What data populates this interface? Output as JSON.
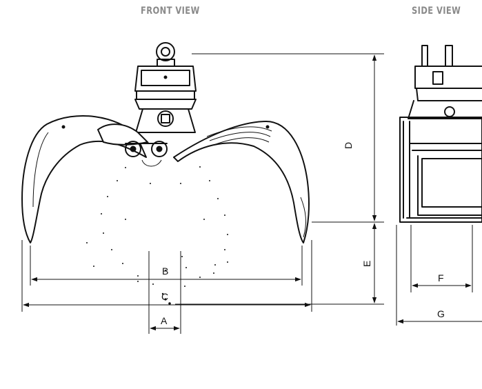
{
  "views": {
    "front_title": "FRONT VIEW",
    "side_title": "SIDE VIEW"
  },
  "dimensions": {
    "a": "A",
    "b": "B",
    "c": "C",
    "d": "D",
    "e": "E",
    "f": "F",
    "g": "G"
  }
}
